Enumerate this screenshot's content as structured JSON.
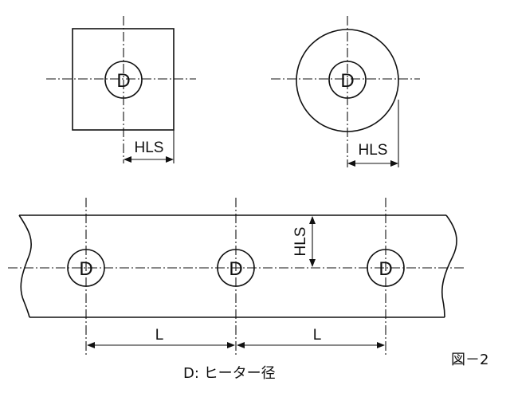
{
  "labels": {
    "hole_diameter": "D",
    "hole_spacing": "L",
    "hole_to_surface": "HLS",
    "legend": "D: ヒーター径",
    "figure_number": "図－2"
  }
}
